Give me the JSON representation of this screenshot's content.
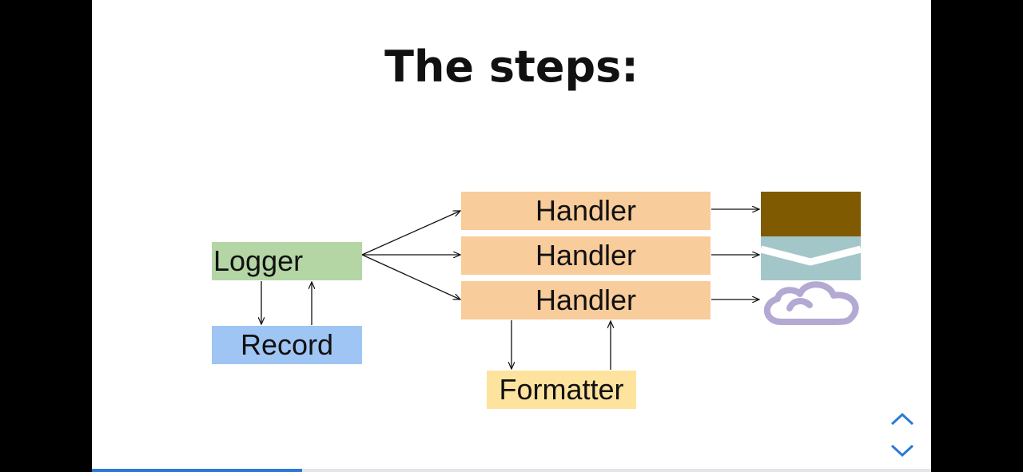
{
  "slide": {
    "title": "The steps:",
    "progress": 0.25
  },
  "diagram": {
    "logger": "Logger",
    "record": "Record",
    "handlers": [
      "Handler",
      "Handler",
      "Handler"
    ],
    "formatter": "Formatter",
    "destination_icons": [
      "file-icon",
      "email-icon",
      "cloud-icon"
    ]
  },
  "colors": {
    "logger": "#b4d6a5",
    "record": "#9fc5f4",
    "handler": "#f8cc9b",
    "formatter": "#fde39d",
    "file_icon": "#7f5a00",
    "email_icon": "#a3c6c8",
    "cloud_icon": "#b3a9d3",
    "nav": "#2a7ad5"
  },
  "nav": {
    "up_icon": "chevron-up-icon",
    "down_icon": "chevron-down-icon"
  }
}
